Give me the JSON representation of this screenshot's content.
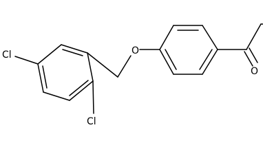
{
  "molecule": {
    "atoms": {
      "oxygen_ether": "O",
      "oxygen_ketone": "O",
      "chlorine_para": "Cl",
      "chlorine_ortho": "Cl"
    }
  },
  "colors": {
    "bond": "#000000",
    "label": "#000000",
    "background": "#ffffff"
  }
}
